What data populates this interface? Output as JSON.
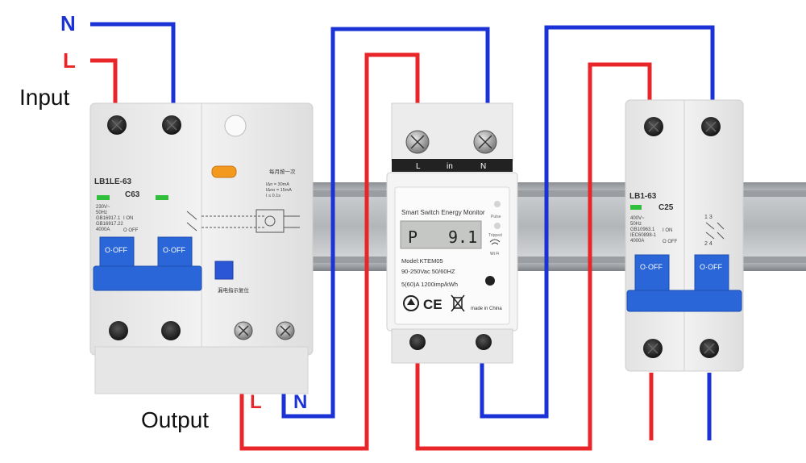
{
  "labels": {
    "input": "Input",
    "input_n": "N",
    "input_l": "L",
    "output": "Output",
    "output_l": "L",
    "output_n": "N"
  },
  "rcbo": {
    "model": "LB1LE-63",
    "rating": "C63",
    "spec_lines": [
      "230V~",
      "50Hz",
      "GB16917.1",
      "GB16917.22",
      "4000A"
    ],
    "on_text": "I ON",
    "off_text": "O OFF",
    "handle_left": "O·OFF",
    "handle_right": "O·OFF",
    "test_hint": "每月按一次",
    "leak_params": [
      "IΔn = 30mA",
      "IΔno = 15mA",
      "I ≤ 0.1s"
    ],
    "reset_hint": "漏电指示复位"
  },
  "meter": {
    "title": "Smart Switch Energy Monitor",
    "pulse_label": "Pulse",
    "tripped_label": "Tripped",
    "lcd_left": "P",
    "lcd_value": "9.1",
    "wifi_label": "Wi Fi",
    "model": "Model:KTEM05",
    "voltage": "90-250Vac  50/60HZ",
    "current": "5(60)A  1200imp/kWh",
    "made_in": "made in China",
    "term_l": "L",
    "term_in": "in",
    "term_n": "N"
  },
  "mcb": {
    "model": "LB1-63",
    "rating": "C25",
    "spec_lines": [
      "400V~",
      "50Hz",
      "GB10963.1",
      "IEC60898-1",
      "4000A"
    ],
    "on_text": "I ON",
    "off_text": "O OFF",
    "handle_left": "O·OFF",
    "handle_right": "O·OFF",
    "terminal_top": "1 3",
    "terminal_bottom": "2 4"
  },
  "colors": {
    "live": "#e8262a",
    "neutral": "#1b33d6",
    "breaker_body": "#ececec",
    "handle": "#2a66d8",
    "rail": "#a9adb1"
  }
}
